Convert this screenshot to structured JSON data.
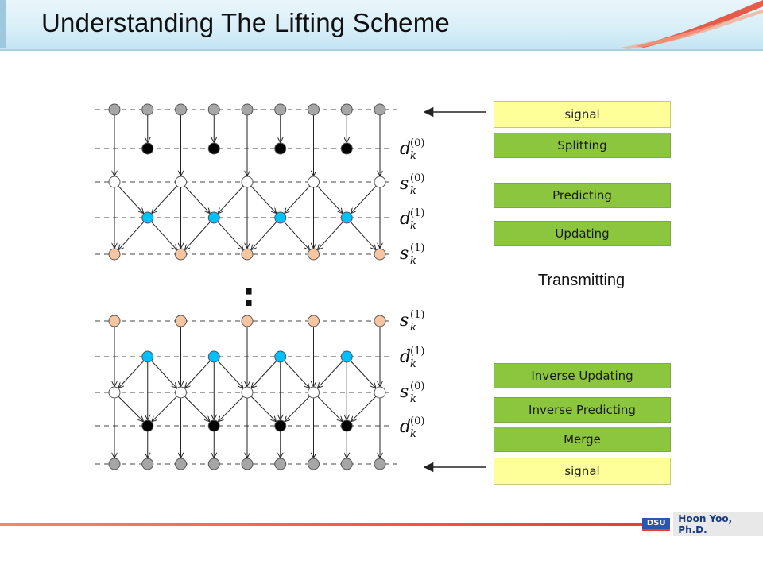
{
  "title": "Understanding The Lifting Scheme",
  "steps_top": [
    {
      "label": "signal",
      "kind": "signal"
    },
    {
      "label": "Splitting",
      "kind": "op"
    },
    {
      "label": "Predicting",
      "kind": "op"
    },
    {
      "label": "Updating",
      "kind": "op"
    }
  ],
  "transmitting_label": "Transmitting",
  "steps_bottom": [
    {
      "label": "Inverse Updating",
      "kind": "op"
    },
    {
      "label": "Inverse Predicting",
      "kind": "op"
    },
    {
      "label": "Merge",
      "kind": "op"
    },
    {
      "label": "signal",
      "kind": "signal"
    }
  ],
  "row_labels": {
    "d0": {
      "base": "d",
      "sub": "k",
      "sup": "(0)"
    },
    "s0": {
      "base": "s",
      "sub": "k",
      "sup": "(0)"
    },
    "d1": {
      "base": "d",
      "sub": "k",
      "sup": "(1)"
    },
    "s1": {
      "base": "s",
      "sub": "k",
      "sup": "(1)"
    }
  },
  "ellipsis": ":",
  "footer": {
    "logo": "DSU",
    "author": "Hoon Yoo, Ph.D."
  },
  "colors": {
    "signal_node": "#a6a6a6",
    "split_node": "#000000",
    "predict_node": "#00bfff",
    "update_node": "#f7c59f",
    "even_node": "#ffffff",
    "signal_box": "#ffff99",
    "op_box": "#8cc63f",
    "footer_line": "#e8402a"
  }
}
